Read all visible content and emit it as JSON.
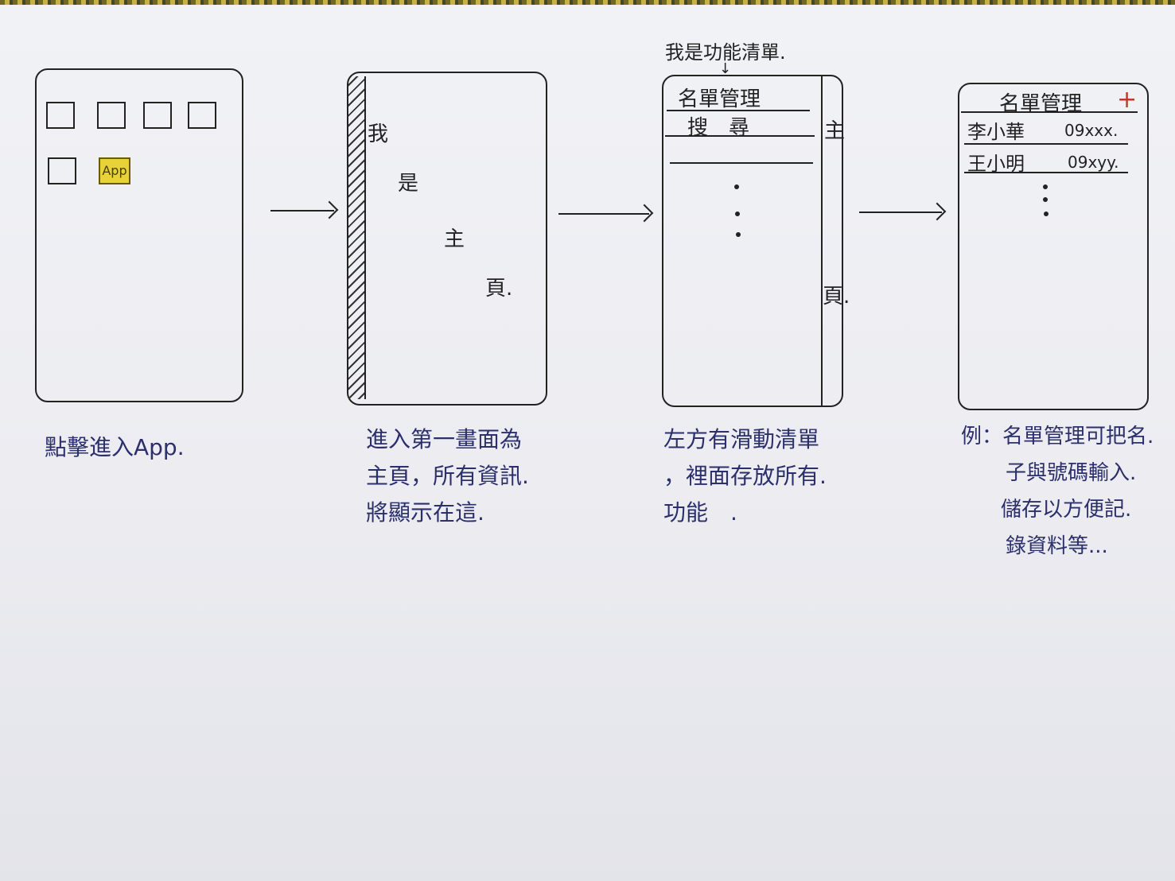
{
  "panel1": {
    "app_label": "App",
    "caption": "點擊進入App."
  },
  "panel2": {
    "home_chars": [
      "我",
      "是",
      "主",
      "頁."
    ],
    "caption_lines": [
      "進入第一畫面為",
      "主頁，所有資訊.",
      "將顯示在這."
    ]
  },
  "panel3": {
    "annotation": "我是功能清單.",
    "menu_item_1": "名單管理",
    "menu_item_2": "搜　尋",
    "side_top": "主",
    "side_bottom": "頁.",
    "caption_lines": [
      "左方有滑動清單",
      "，裡面存放所有.",
      "功能　."
    ]
  },
  "panel4": {
    "title": "名單管理",
    "add_symbol": "+",
    "rows": [
      {
        "name": "李小華",
        "phone": "09xxx."
      },
      {
        "name": "王小明",
        "phone": "09xyy."
      }
    ],
    "caption_lines": [
      "例：名單管理可把名.",
      "子與號碼輸入.",
      "儲存以方便記.",
      "錄資料等..."
    ]
  },
  "colors": {
    "ink_blue": "#2b2f6b",
    "ink_black": "#222222",
    "highlight": "#e8d23a",
    "add_red": "#c0392b"
  }
}
